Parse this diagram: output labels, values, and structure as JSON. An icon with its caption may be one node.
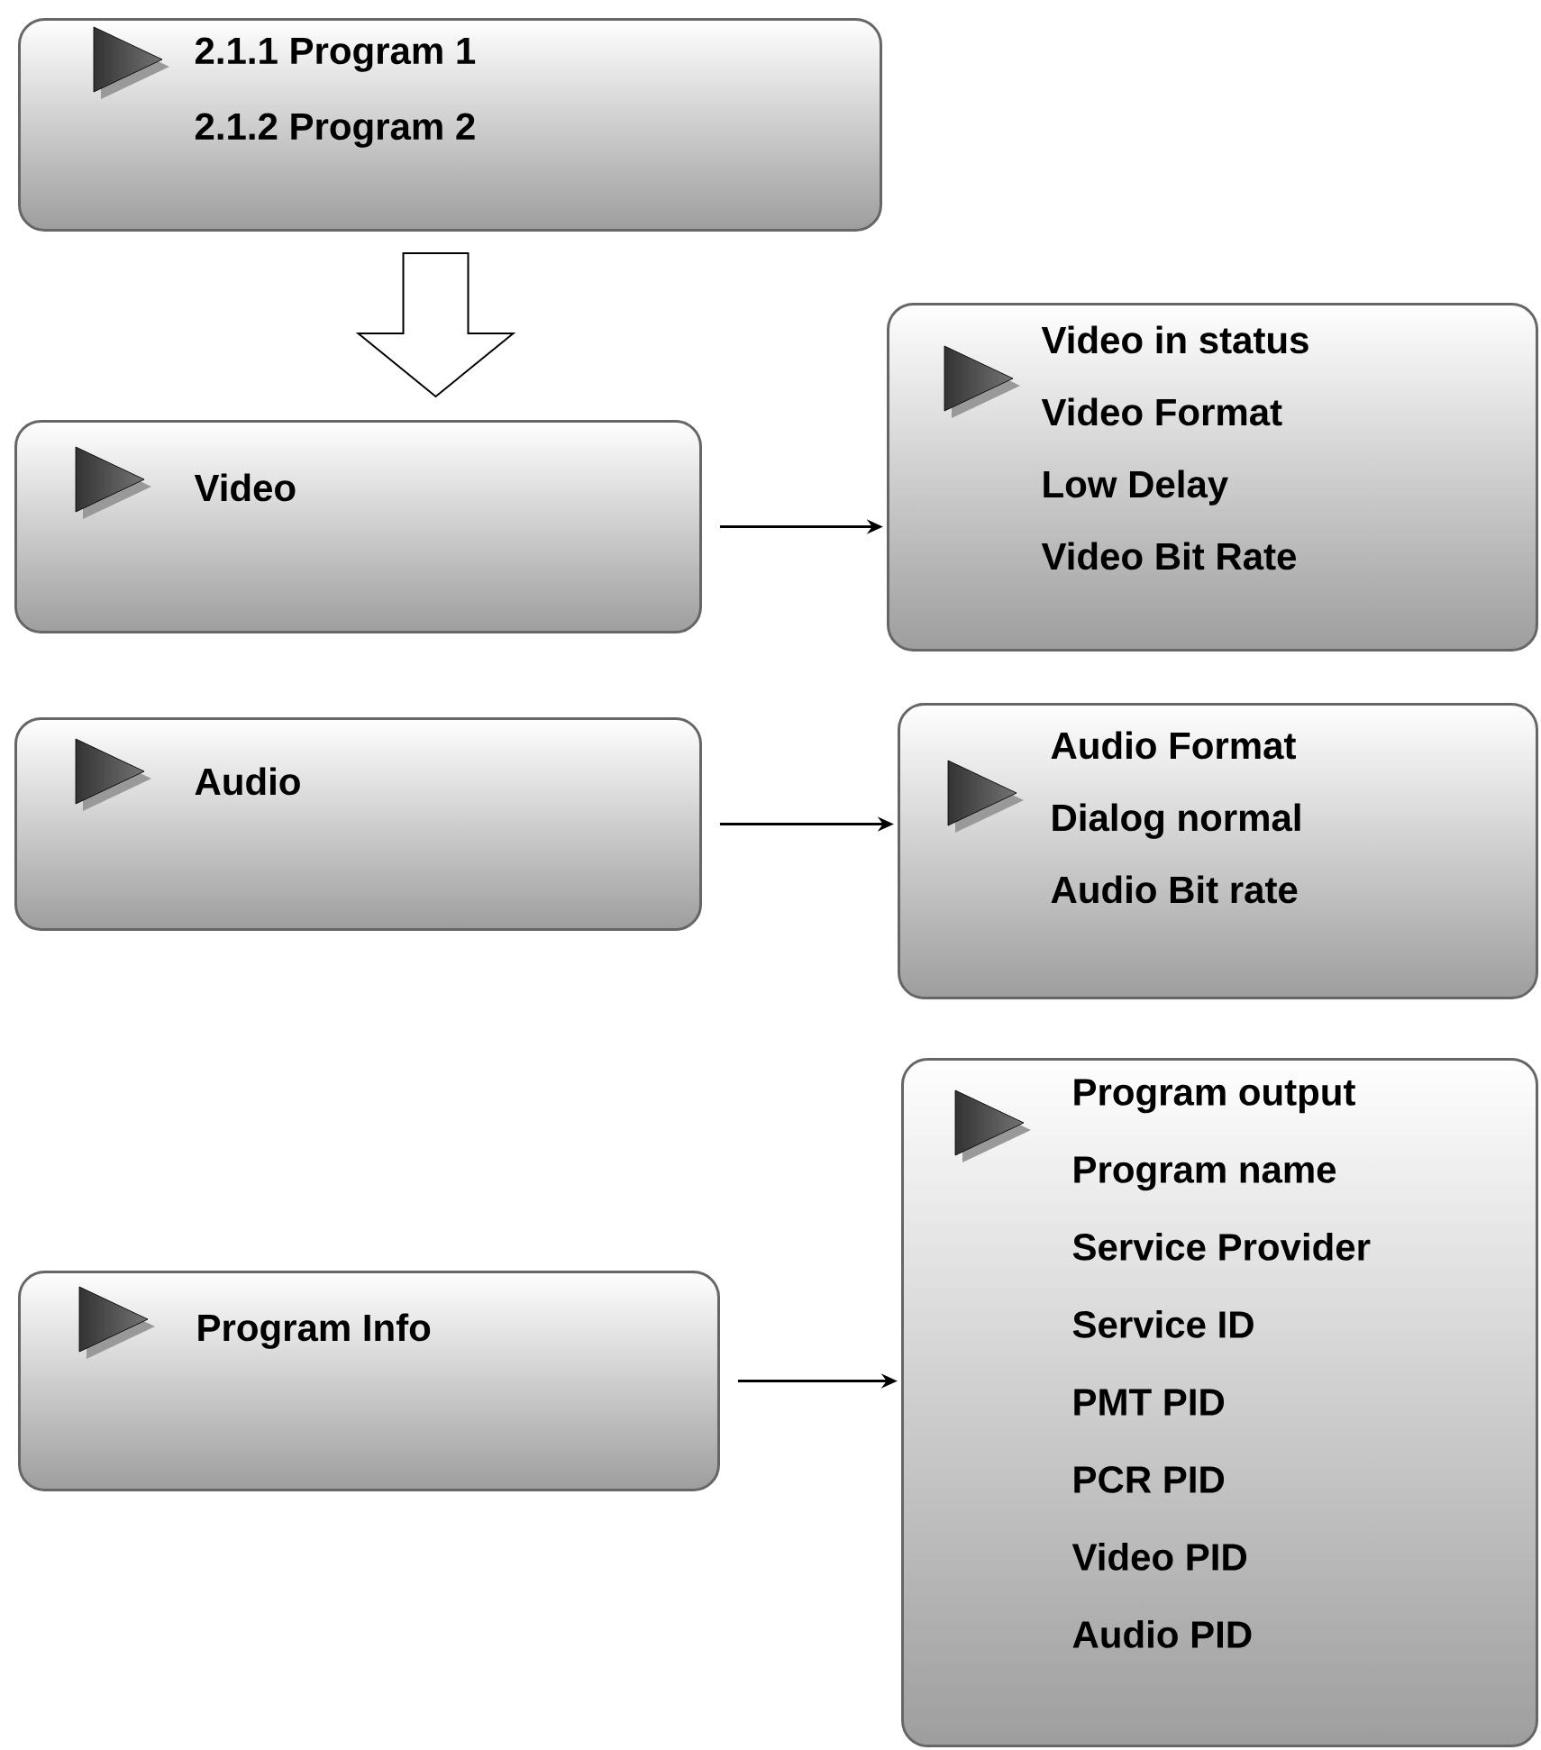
{
  "diagram": {
    "nodes": [
      {
        "text": [
          "2.1.1 Program 1",
          "2.1.2 Program 2"
        ]
      },
      {
        "text": [
          "Video"
        ]
      },
      {
        "text": [
          "Video in status",
          "Video Format",
          "Low Delay",
          "Video Bit Rate"
        ]
      },
      {
        "text": [
          "Audio"
        ]
      },
      {
        "text": [
          "Audio Format",
          "Dialog normal",
          "Audio Bit rate"
        ]
      },
      {
        "text": [
          "Program Info"
        ]
      },
      {
        "text": [
          "Program output",
          "Program name",
          "Service Provider",
          "Service ID",
          "PMT PID",
          "PCR PID",
          "Video PID",
          "Audio PID"
        ]
      }
    ],
    "edges": [
      {
        "from": 0,
        "to": 1,
        "arrow": "to",
        "style": "thick"
      },
      {
        "from": 1,
        "to": 2,
        "arrow": "to"
      },
      {
        "from": 3,
        "to": 4,
        "arrow": "to"
      },
      {
        "from": 5,
        "to": 6,
        "arrow": "to"
      }
    ]
  }
}
